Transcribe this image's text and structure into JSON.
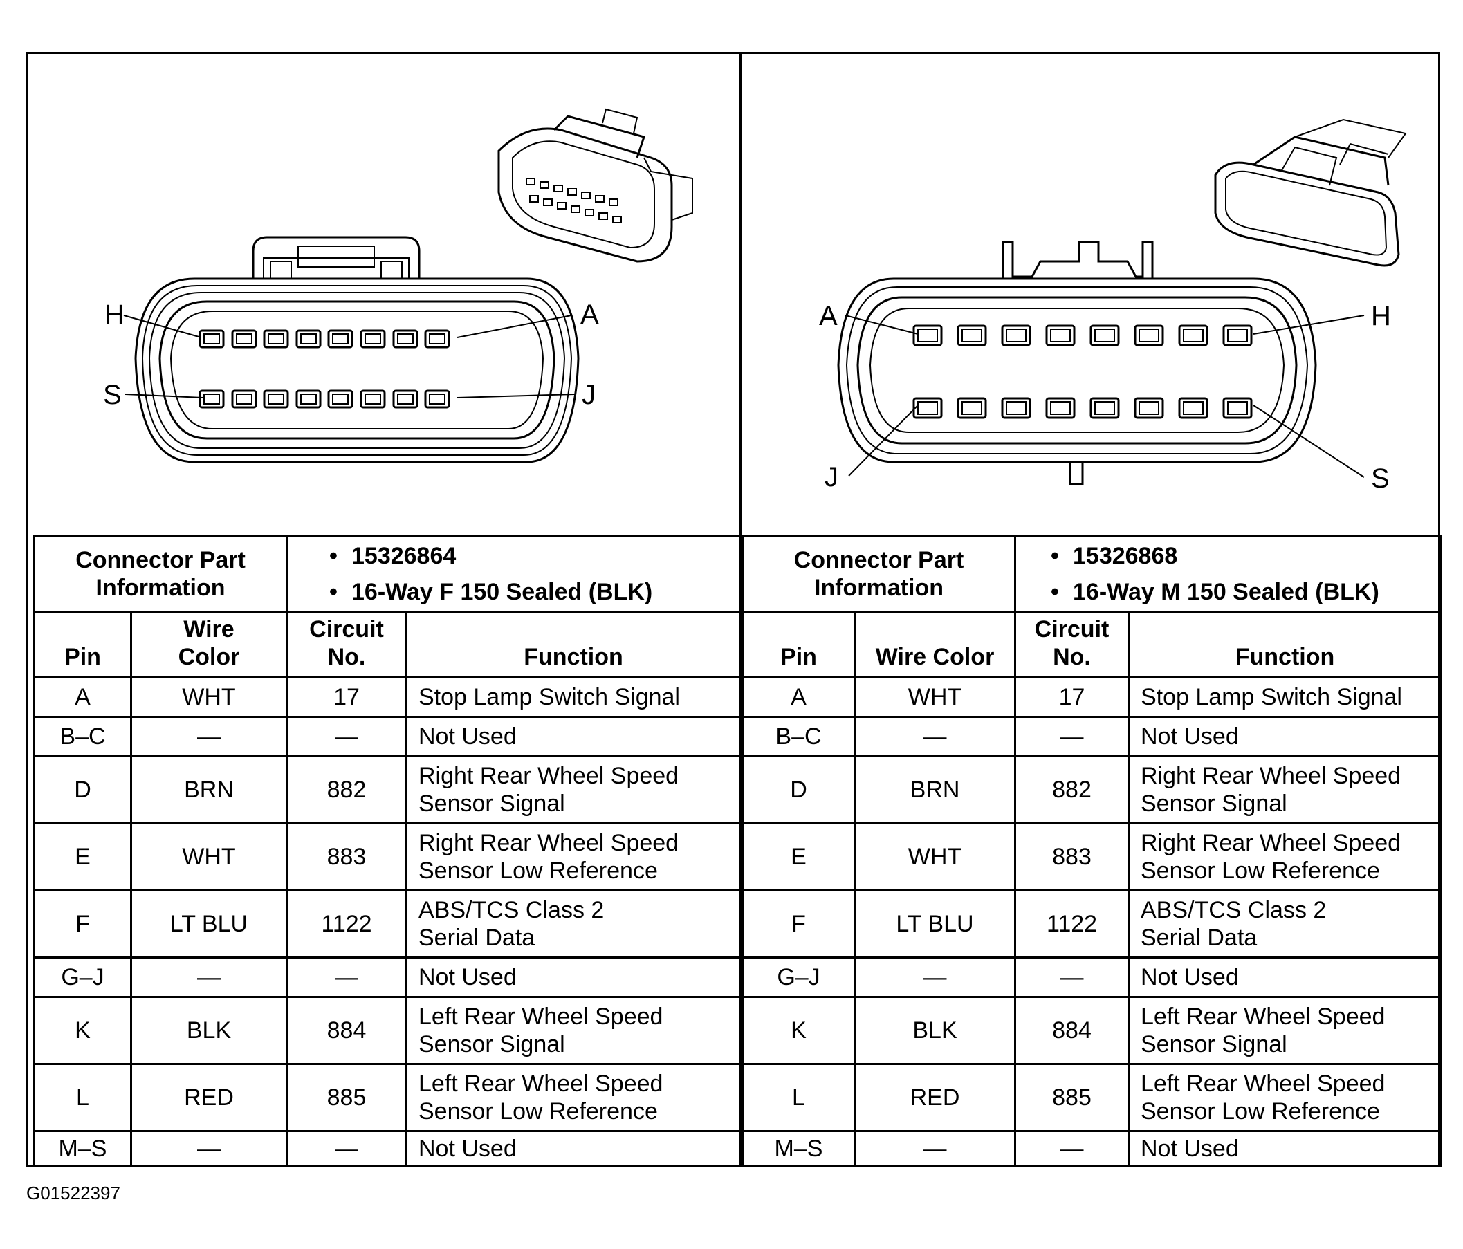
{
  "left_connector": {
    "pin_labels": {
      "top_left": "H",
      "top_right": "A",
      "bottom_left": "S",
      "bottom_right": "J"
    },
    "info_header": "Connector Part Information",
    "part_info": [
      "15326864",
      "16-Way F 150 Sealed (BLK)"
    ]
  },
  "right_connector": {
    "pin_labels": {
      "top_left": "A",
      "top_right": "H",
      "bottom_left": "J",
      "bottom_right": "S"
    },
    "info_header": "Connector Part Information",
    "part_info": [
      "15326868",
      "16-Way M 150 Sealed (BLK)"
    ]
  },
  "columns": {
    "pin": "Pin",
    "wire_color_left": [
      "Wire",
      "Color"
    ],
    "wire_color_right": "Wire Color",
    "circuit": [
      "Circuit",
      "No."
    ],
    "function": "Function"
  },
  "bullet": "•",
  "rows": [
    {
      "pin": "A",
      "wire": "WHT",
      "circuit": "17",
      "function": [
        "Stop Lamp Switch Signal"
      ]
    },
    {
      "pin": "B–C",
      "wire": "—",
      "circuit": "—",
      "function": [
        "Not Used"
      ]
    },
    {
      "pin": "D",
      "wire": "BRN",
      "circuit": "882",
      "function": [
        "Right Rear Wheel Speed",
        "Sensor Signal"
      ]
    },
    {
      "pin": "E",
      "wire": "WHT",
      "circuit": "883",
      "function": [
        "Right Rear Wheel Speed",
        "Sensor Low Reference"
      ]
    },
    {
      "pin": "F",
      "wire": "LT BLU",
      "circuit": "1122",
      "function": [
        "ABS/TCS Class 2",
        "Serial Data"
      ]
    },
    {
      "pin": "G–J",
      "wire": "—",
      "circuit": "—",
      "function": [
        "Not Used"
      ]
    },
    {
      "pin": "K",
      "wire": "BLK",
      "circuit": "884",
      "function": [
        "Left Rear Wheel Speed",
        "Sensor Signal"
      ]
    },
    {
      "pin": "L",
      "wire": "RED",
      "circuit": "885",
      "function": [
        "Left Rear Wheel Speed",
        "Sensor Low Reference"
      ]
    },
    {
      "pin": "M–S",
      "wire": "—",
      "circuit": "—",
      "function": [
        "Not Used"
      ]
    }
  ],
  "figure_id": "G01522397"
}
